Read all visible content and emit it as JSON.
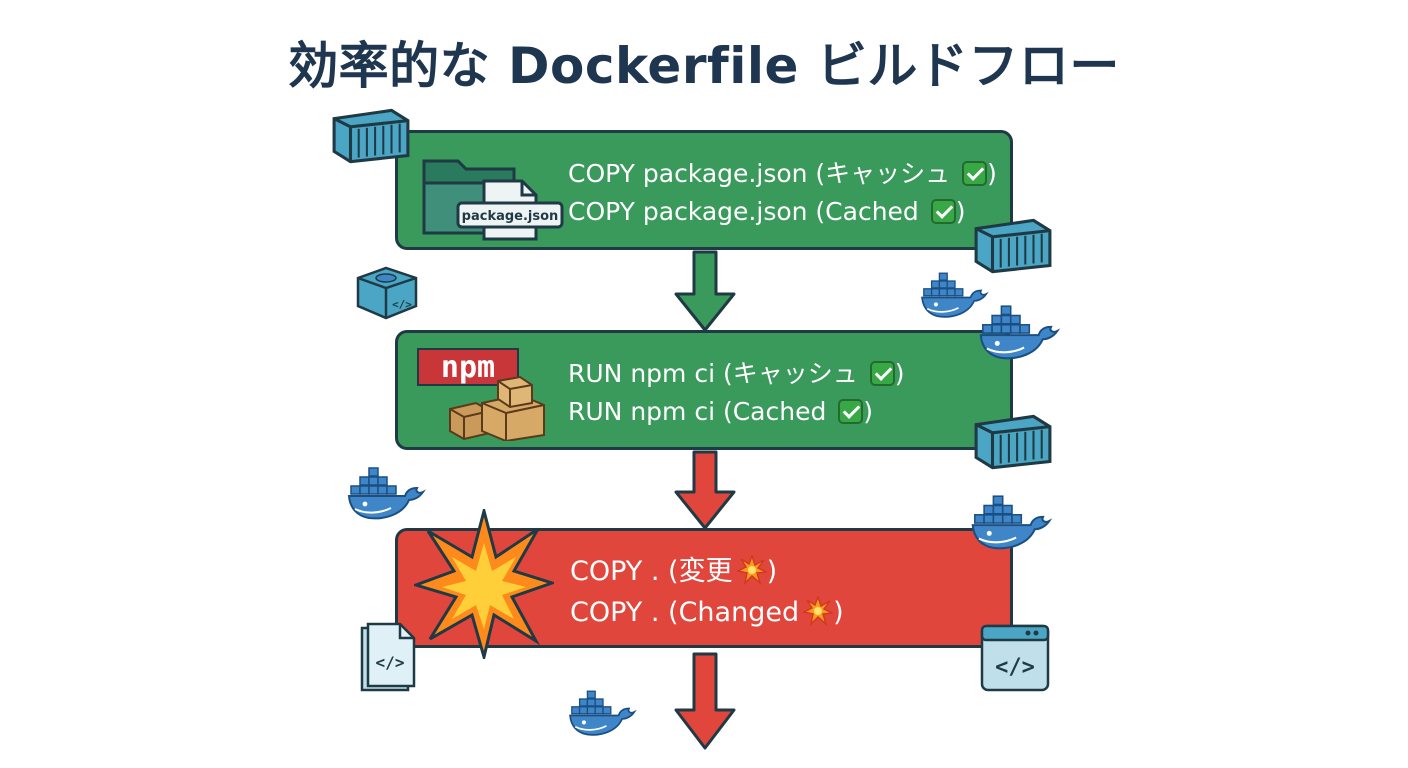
{
  "title": "効率的な Dockerfile ビルドフロー",
  "steps": [
    {
      "status": "cached",
      "line_jp": "COPY package.json (キャッシュ",
      "line_en": "COPY package.json (Cached",
      "icon": "folder-file-icon",
      "file_label": "package.json",
      "color": "#3a9a5c"
    },
    {
      "status": "cached",
      "line_jp": "RUN npm ci (キャッシュ",
      "line_en": "RUN npm ci (Cached",
      "icon": "npm-boxes-icon",
      "logo_text": "npm",
      "color": "#3a9a5c"
    },
    {
      "status": "changed",
      "line_jp": "COPY . (変更",
      "line_en": "COPY . (Changed",
      "icon": "explosion-icon",
      "color": "#e0463c"
    }
  ],
  "close_paren": ")",
  "arrow_colors": [
    "#3a9a5c",
    "#e0463c",
    "#e0463c"
  ],
  "decorations": [
    "container-icon",
    "docker-whale-icon",
    "code-file-icon",
    "code-window-icon",
    "code-box-icon"
  ]
}
